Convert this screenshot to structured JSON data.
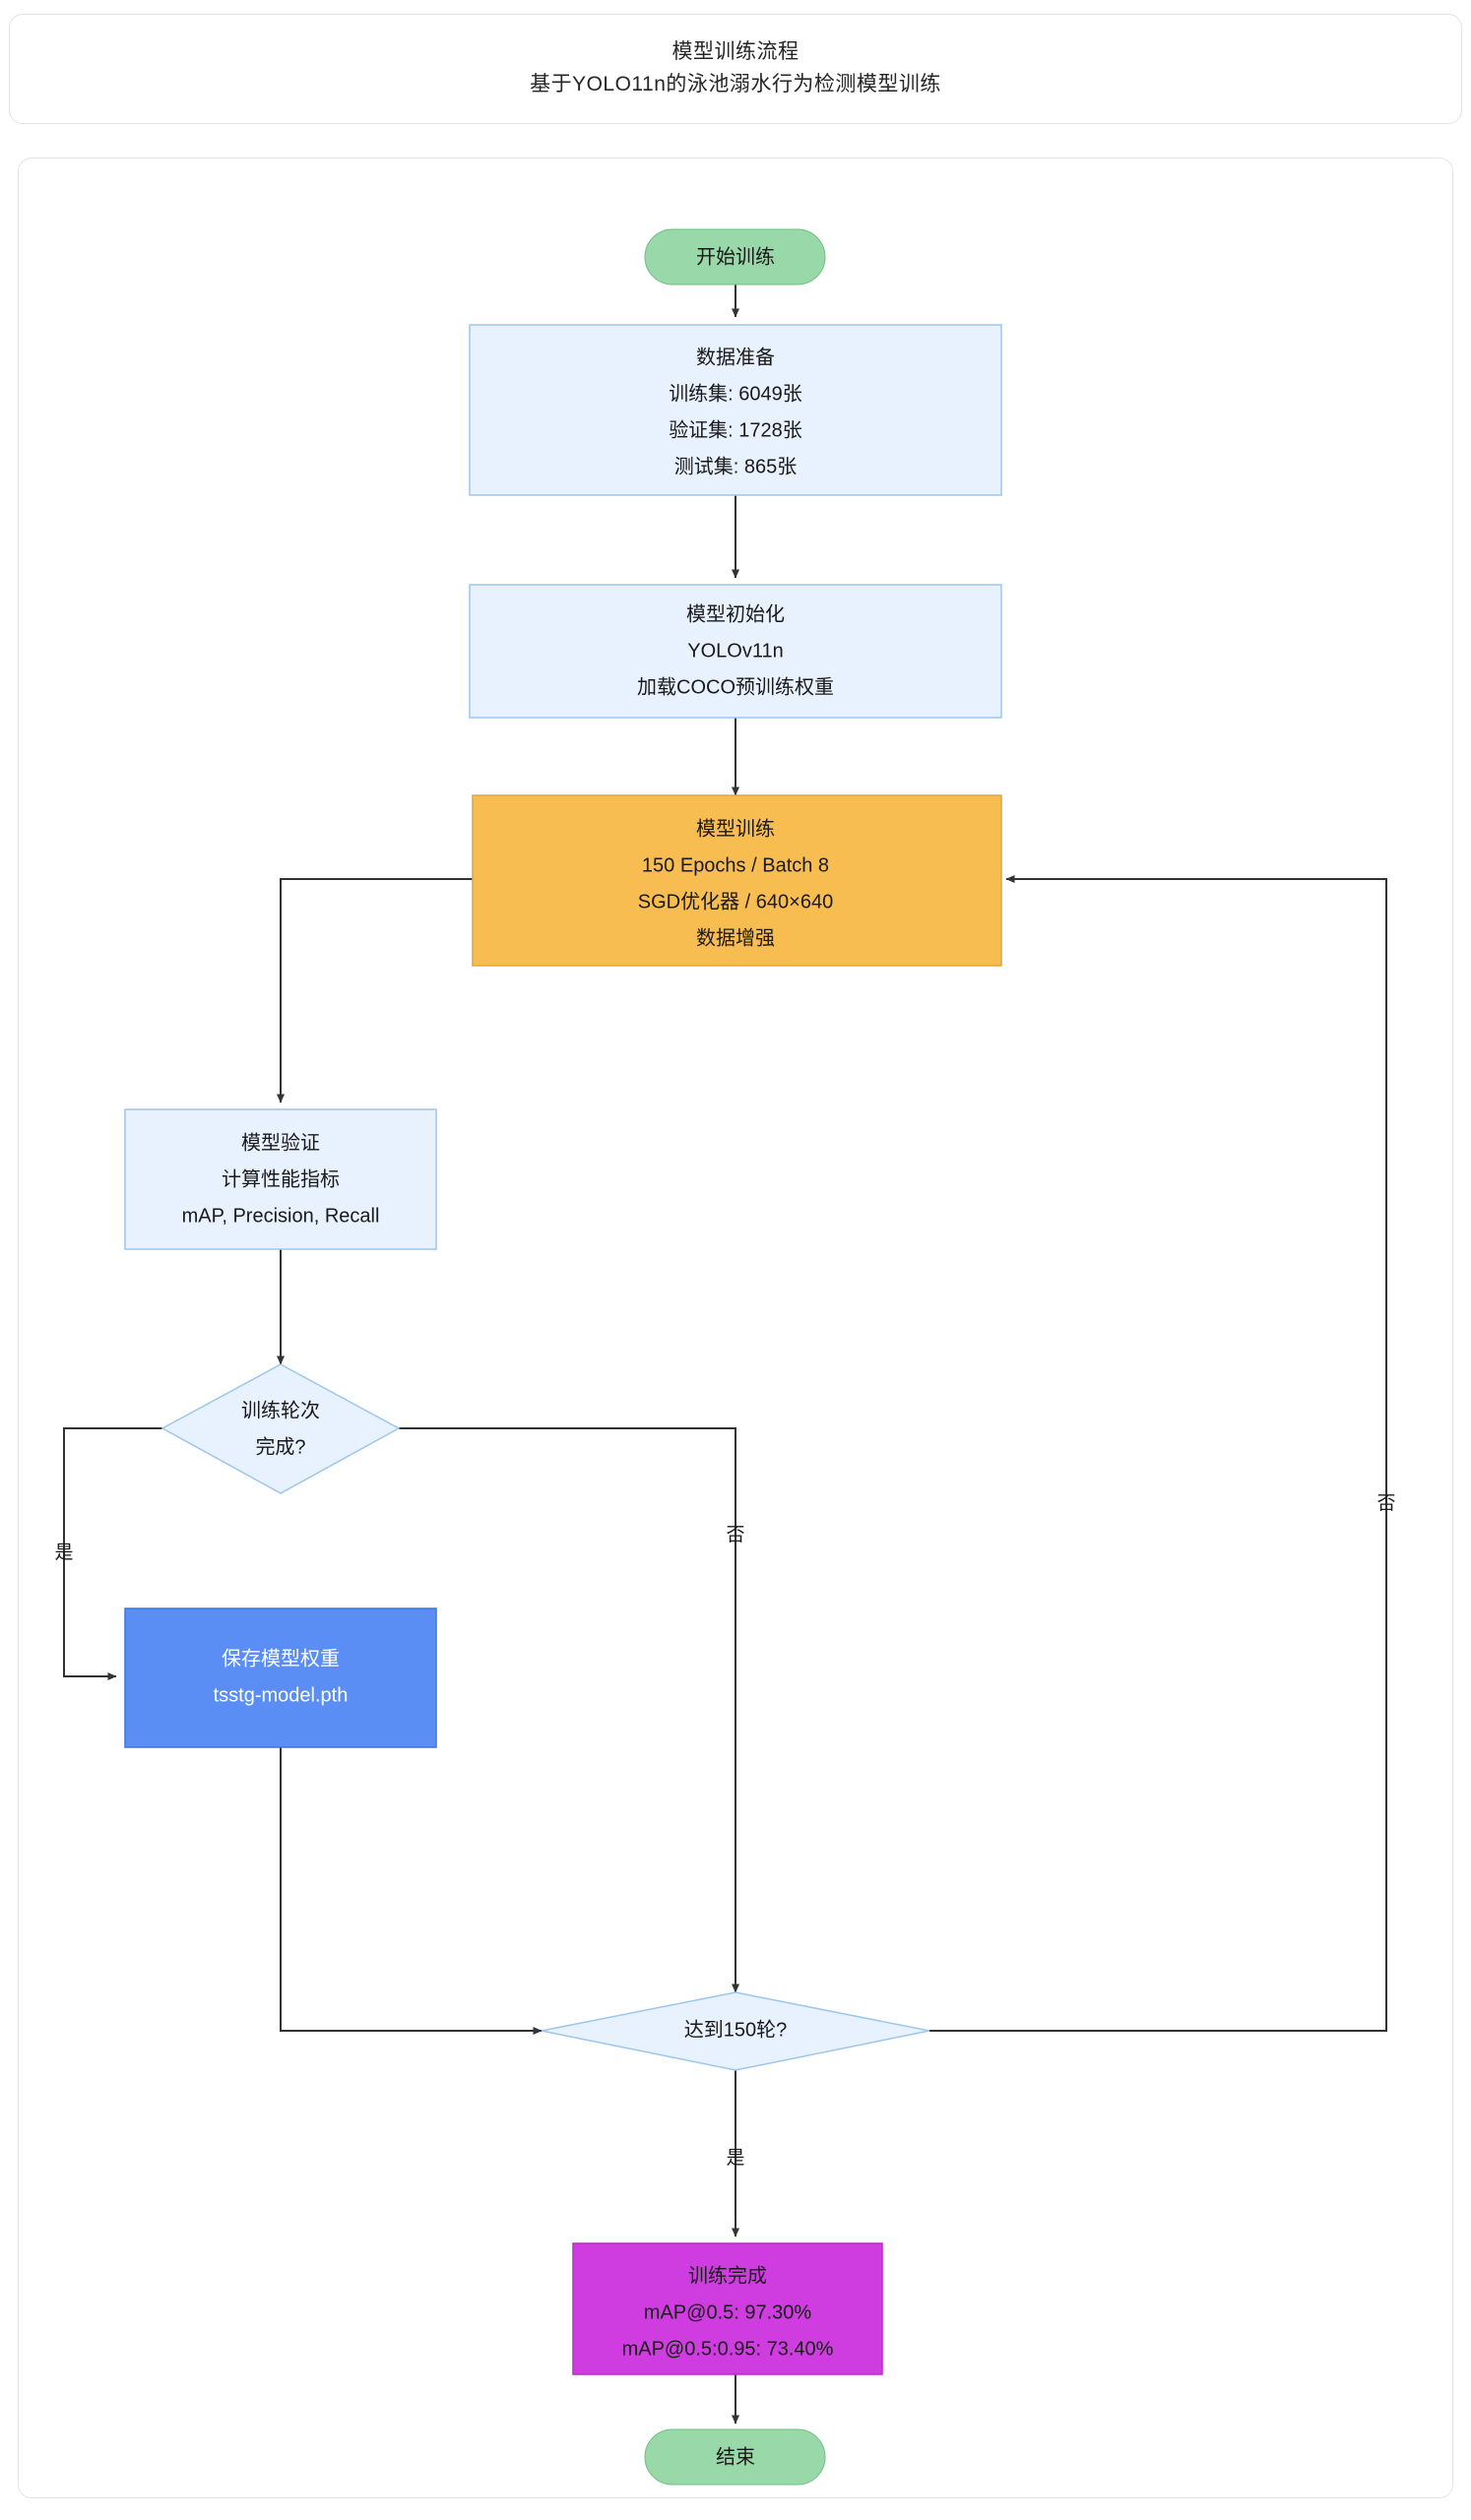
{
  "title": {
    "main": "模型训练流程",
    "subtitle": "基于YOLO11n的泳池溺水行为检测模型训练"
  },
  "colors": {
    "start_end_fill": "#99d8a8",
    "start_end_stroke": "#6cbf82",
    "process_fill": "#e8f1fe",
    "process_stroke": "#9cc6ee",
    "decision_fill": "#e8f1fe",
    "decision_stroke": "#9cc6ee",
    "training_fill": "#f8bd51",
    "training_stroke": "#e0a63c",
    "save_fill": "#5b8ef4",
    "save_stroke": "#3f73e0",
    "complete_fill": "#cf3ce0",
    "complete_stroke": "#b32ec2",
    "edge": "#333333",
    "panel_border": "#e3e3e3"
  },
  "nodes": {
    "start": {
      "label": "开始训练",
      "shape": "stadium"
    },
    "data_prep": {
      "shape": "rect",
      "lines": [
        "数据准备",
        "训练集: 6049张",
        "验证集: 1728张",
        "测试集: 865张"
      ]
    },
    "model_init": {
      "shape": "rect",
      "lines": [
        "模型初始化",
        "YOLOv11n",
        "加载COCO预训练权重"
      ]
    },
    "training": {
      "shape": "rect",
      "lines": [
        "模型训练",
        "150 Epochs / Batch 8",
        "SGD优化器 / 640×640",
        "数据增强"
      ]
    },
    "validation": {
      "shape": "rect",
      "lines": [
        "模型验证",
        "计算性能指标",
        "mAP, Precision, Recall"
      ]
    },
    "epoch_decision": {
      "shape": "diamond",
      "lines": [
        "训练轮次",
        "完成?"
      ]
    },
    "save_model": {
      "shape": "rect",
      "lines": [
        "保存模型权重",
        "tsstg-model.pth"
      ]
    },
    "reach150_decision": {
      "shape": "diamond",
      "lines": [
        "达到150轮?"
      ]
    },
    "complete": {
      "shape": "rect",
      "lines": [
        "训练完成",
        "mAP@0.5: 97.30%",
        "mAP@0.5:0.95: 73.40%"
      ]
    },
    "end": {
      "label": "结束",
      "shape": "stadium"
    }
  },
  "edge_labels": {
    "epoch_yes": "是",
    "epoch_no": "否",
    "reach150_yes": "是",
    "reach150_no": "否"
  }
}
